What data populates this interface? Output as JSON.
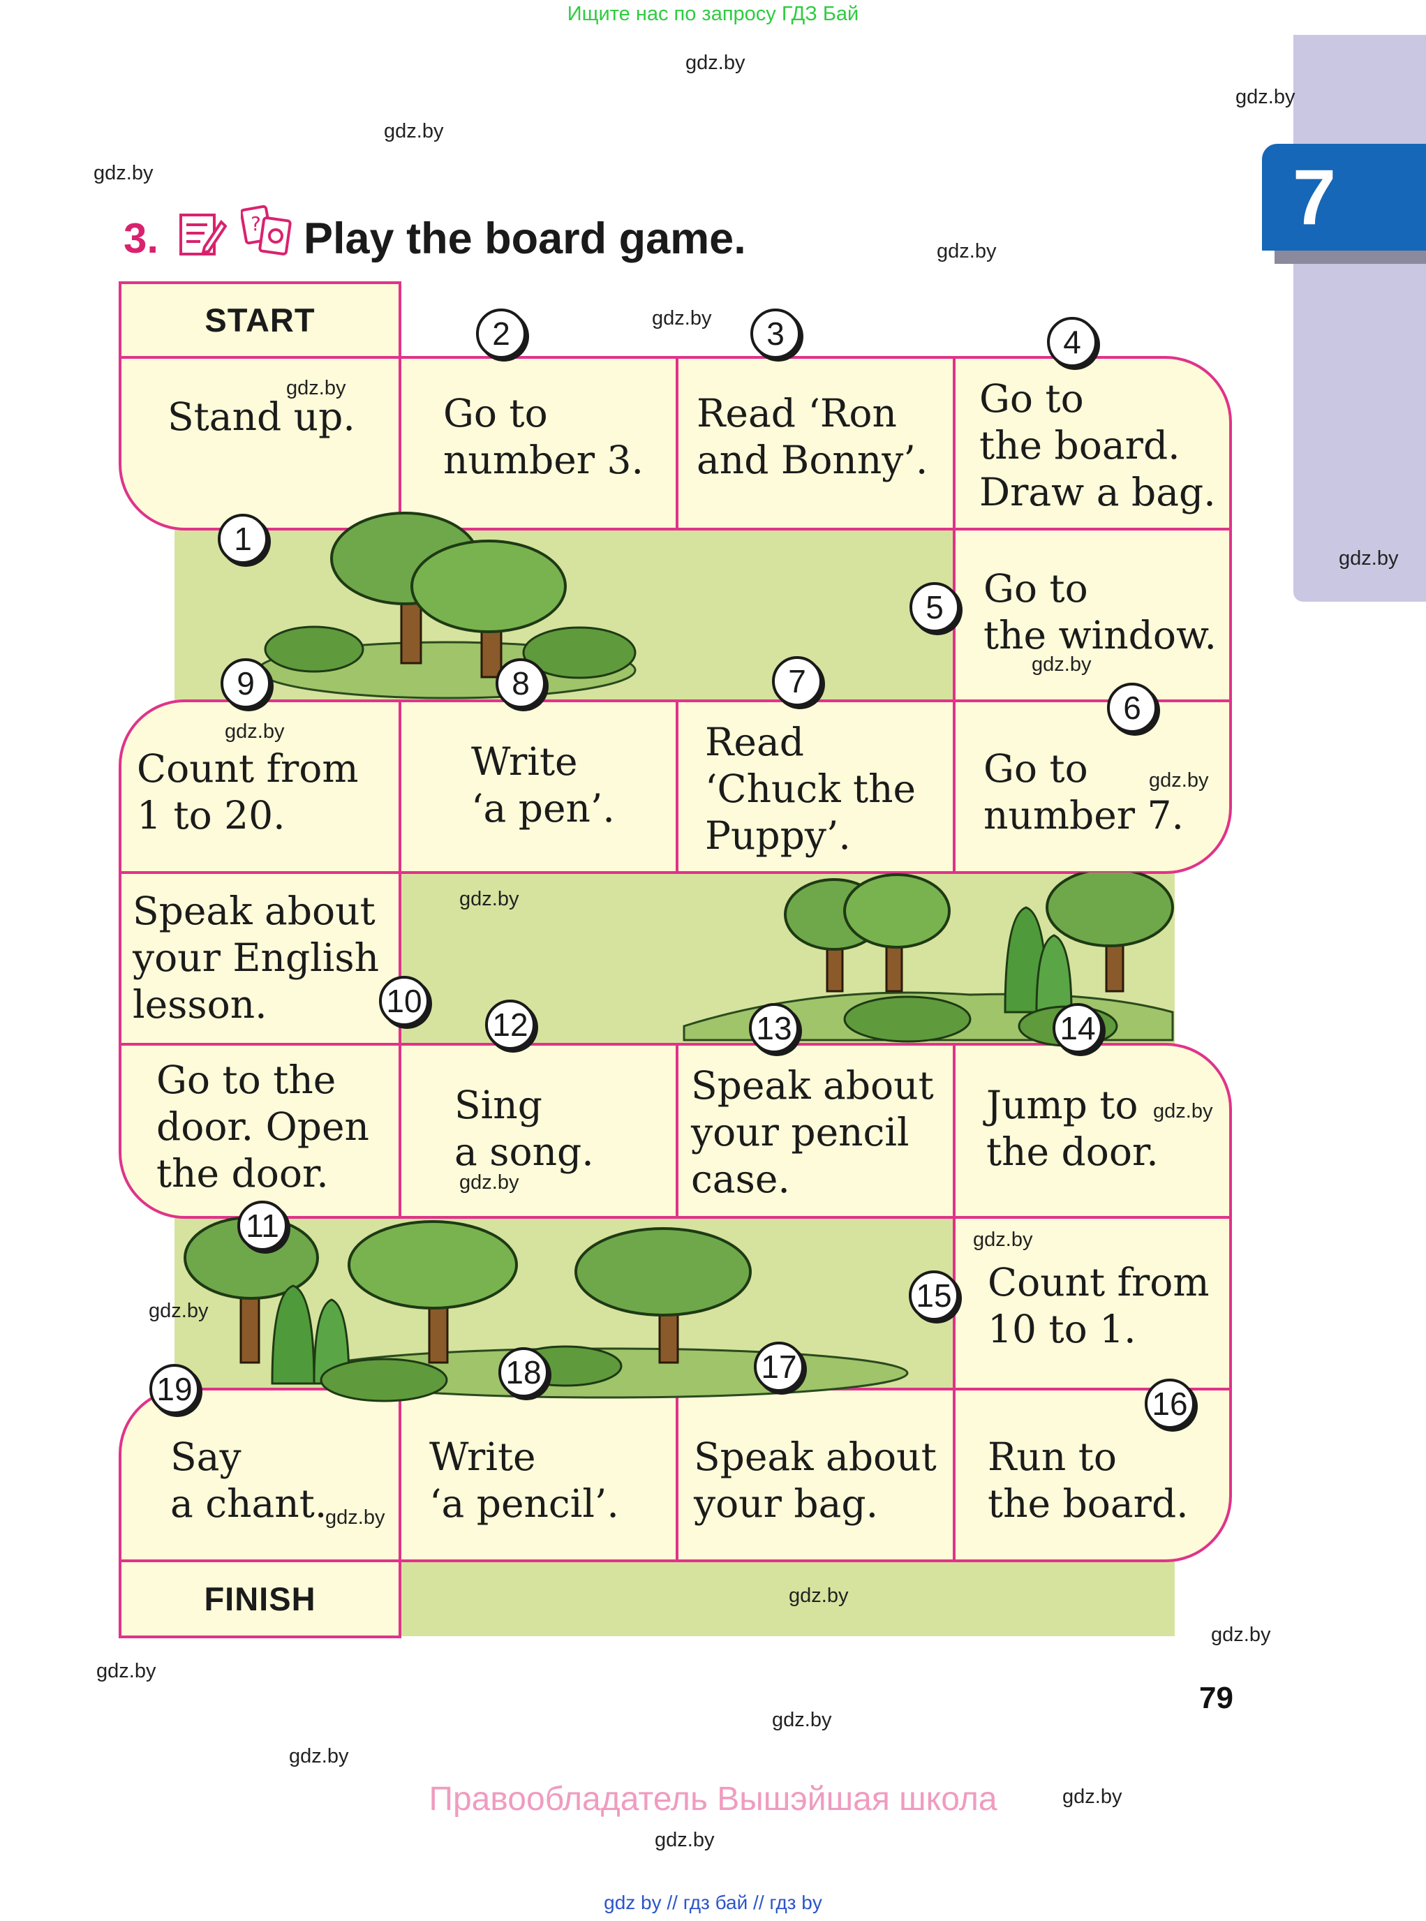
{
  "header": {
    "top_banner": "Ищите нас по запросу ГДЗ Бай",
    "chapter_number": "7"
  },
  "exercise": {
    "number": "3.",
    "title": "Play the board game."
  },
  "board": {
    "start_label": "START",
    "finish_label": "FINISH",
    "squares": [
      {
        "n": "1",
        "text": "Stand up."
      },
      {
        "n": "2",
        "text": "Go to\nnumber 3."
      },
      {
        "n": "3",
        "text": "Read ‘Ron\nand Bonny’."
      },
      {
        "n": "4",
        "text": "Go to\nthe board.\nDraw a bag."
      },
      {
        "n": "5",
        "text": "Go to\nthe window."
      },
      {
        "n": "6",
        "text": "Go to\nnumber 7."
      },
      {
        "n": "7",
        "text": "Read\n‘Chuck the\nPuppy’."
      },
      {
        "n": "8",
        "text": "Write\n‘a pen’."
      },
      {
        "n": "9",
        "text": "Count from\n1 to 20."
      },
      {
        "n": "10",
        "text": "Speak about\nyour English\nlesson."
      },
      {
        "n": "11",
        "text": "Go to the\ndoor. Open\nthe door."
      },
      {
        "n": "12",
        "text": "Sing\na song."
      },
      {
        "n": "13",
        "text": "Speak about\nyour pencil\ncase."
      },
      {
        "n": "14",
        "text": "Jump to\nthe door."
      },
      {
        "n": "15",
        "text": "Count from\n10 to 1."
      },
      {
        "n": "16",
        "text": "Run to\nthe board."
      },
      {
        "n": "17",
        "text": "Speak about\nyour bag."
      },
      {
        "n": "18",
        "text": "Write\n‘a pencil’."
      },
      {
        "n": "19",
        "text": "Say\na chant."
      }
    ]
  },
  "footer": {
    "page_number": "79",
    "copyright": "Правообладатель Вышэйшая школа",
    "bottom_links": "gdz by  //  гдз бай  //  гдз by"
  },
  "watermark": "gdz.by",
  "colors": {
    "accent_pink": "#e0338a",
    "cell_fill": "#fdfbd9",
    "grass": "#d6e39e",
    "chapter_blue": "#1667b7",
    "side_tab": "#c9c7e2",
    "banner_green": "#2ecc40"
  }
}
